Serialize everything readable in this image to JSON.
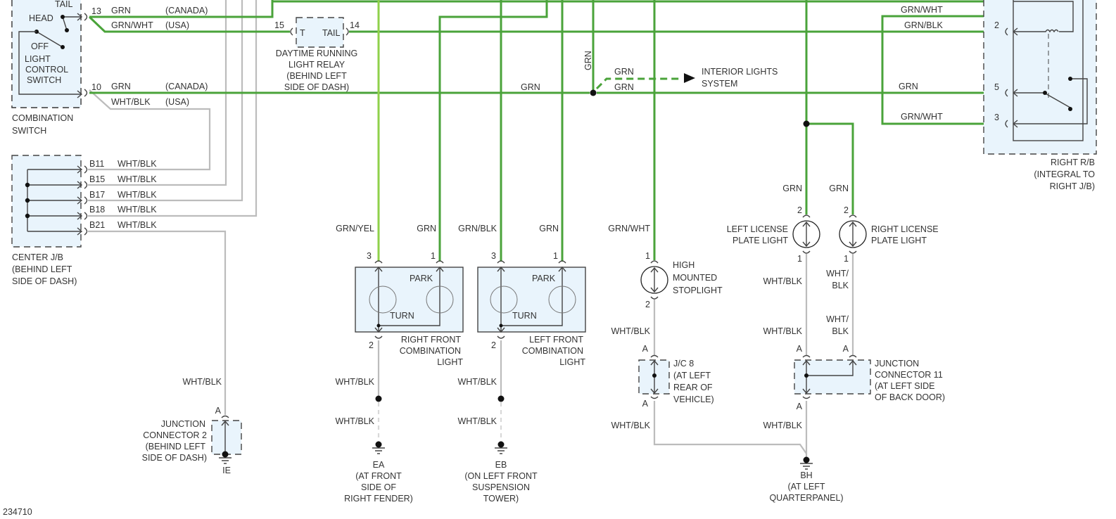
{
  "diagram_id": "234710",
  "components": {
    "combination_switch": {
      "label_lines": [
        "COMBINATION",
        "SWITCH"
      ],
      "sub_switch_lines": [
        "LIGHT",
        "CONTROL",
        "SWITCH"
      ],
      "positions": [
        "TAIL",
        "HEAD",
        "OFF"
      ],
      "pins": [
        "13",
        "10"
      ]
    },
    "center_jb": {
      "label_lines": [
        "CENTER J/B",
        "(BEHIND LEFT",
        "SIDE OF DASH)"
      ],
      "pins": [
        "B11",
        "B15",
        "B17",
        "B18",
        "B21"
      ]
    },
    "drl_relay": {
      "label_lines": [
        "DAYTIME RUNNING",
        "LIGHT RELAY",
        "(BEHIND LEFT",
        "SIDE OF DASH)"
      ],
      "pin_left": "15",
      "pin_right": "14",
      "term_left": "T",
      "term_right": "TAIL"
    },
    "interior_lights": {
      "label_lines": [
        "INTERIOR LIGHTS",
        "SYSTEM"
      ]
    },
    "right_rb": {
      "label_lines": [
        "RIGHT R/B",
        "(INTEGRAL TO",
        "RIGHT J/B)"
      ],
      "pins": [
        "2",
        "5",
        "3"
      ]
    },
    "right_front_combo": {
      "label_lines": [
        "RIGHT FRONT",
        "COMBINATION",
        "LIGHT"
      ],
      "park": "PARK",
      "turn": "TURN",
      "pins": [
        "3",
        "1",
        "2"
      ]
    },
    "left_front_combo": {
      "label_lines": [
        "LEFT FRONT",
        "COMBINATION",
        "LIGHT"
      ],
      "park": "PARK",
      "turn": "TURN",
      "pins": [
        "3",
        "1",
        "2"
      ]
    },
    "high_mount_stoplight": {
      "label_lines": [
        "HIGH",
        "MOUNTED",
        "STOPLIGHT"
      ],
      "pins": [
        "1",
        "2"
      ]
    },
    "left_license": {
      "label_lines": [
        "LEFT LICENSE",
        "PLATE LIGHT"
      ],
      "pins": [
        "2",
        "1"
      ]
    },
    "right_license": {
      "label_lines": [
        "RIGHT LICENSE",
        "PLATE LIGHT"
      ],
      "pins": [
        "2",
        "1"
      ]
    },
    "jc8": {
      "label_lines": [
        "J/C 8",
        "(AT LEFT",
        "REAR OF",
        "VEHICLE)"
      ],
      "pins": [
        "A",
        "A"
      ]
    },
    "jc11": {
      "label_lines": [
        "JUNCTION",
        "CONNECTOR 11",
        "(AT LEFT SIDE",
        "OF BACK DOOR)"
      ],
      "pins": [
        "A",
        "A",
        "A"
      ]
    },
    "jc2": {
      "label_lines": [
        "JUNCTION",
        "CONNECTOR 2",
        "(BEHIND LEFT",
        "SIDE OF DASH)"
      ],
      "pin": "A",
      "ground": "IE"
    }
  },
  "grounds": {
    "ea": {
      "label_lines": [
        "EA",
        "(AT FRONT",
        "SIDE OF",
        "RIGHT FENDER)"
      ]
    },
    "eb": {
      "label_lines": [
        "EB",
        "(ON LEFT FRONT",
        "SUSPENSION",
        "TOWER)"
      ]
    },
    "bh": {
      "label_lines": [
        "BH",
        "(AT LEFT",
        "QUARTERPANEL)"
      ]
    }
  },
  "wire_labels": {
    "sw13_can": "GRN",
    "sw13_can_note": "(CANADA)",
    "sw13_usa": "GRN/WHT",
    "sw13_usa_note": "(USA)",
    "sw10_can": "GRN",
    "sw10_can_note": "(CANADA)",
    "sw10_usa": "WHT/BLK",
    "sw10_usa_note": "(USA)",
    "jb": [
      "WHT/BLK",
      "WHT/BLK",
      "WHT/BLK",
      "WHT/BLK",
      "WHT/BLK"
    ],
    "main_grn": "GRN",
    "vert_grn": "GRN",
    "interior_a": "GRN",
    "interior_b": "GRN",
    "rb_top": "GRN/WHT",
    "rb_2": "GRN/BLK",
    "rb_5": "GRN",
    "rb_3": "GRN/WHT",
    "rf3": "GRN/YEL",
    "rf1": "GRN",
    "lf3": "GRN/BLK",
    "lf1": "GRN",
    "hms": "GRN/WHT",
    "lic_l": "GRN",
    "lic_r": "GRN",
    "rf_gnd_a": "WHT/BLK",
    "rf_gnd_b": "WHT/BLK",
    "lf_gnd_a": "WHT/BLK",
    "lf_gnd_b": "WHT/BLK",
    "hms_gnd_a": "WHT/BLK",
    "hms_gnd_b": "WHT/BLK",
    "lic_l_gnd_a": "WHT/BLK",
    "lic_l_gnd_b": "WHT/BLK",
    "lic_r_gnd_a_l1": "WHT/",
    "lic_r_gnd_a_l2": "BLK",
    "lic_r_gnd_b_l1": "WHT/",
    "lic_r_gnd_b_l2": "BLK",
    "bh_gnd": "WHT/BLK",
    "jc2_wire": "WHT/BLK"
  },
  "colors": {
    "green_wire": "#4aa33a",
    "light_green_wire": "#8fd14a",
    "white_wire": "#bcbcbc",
    "component_fill": "#e9f4fc"
  }
}
